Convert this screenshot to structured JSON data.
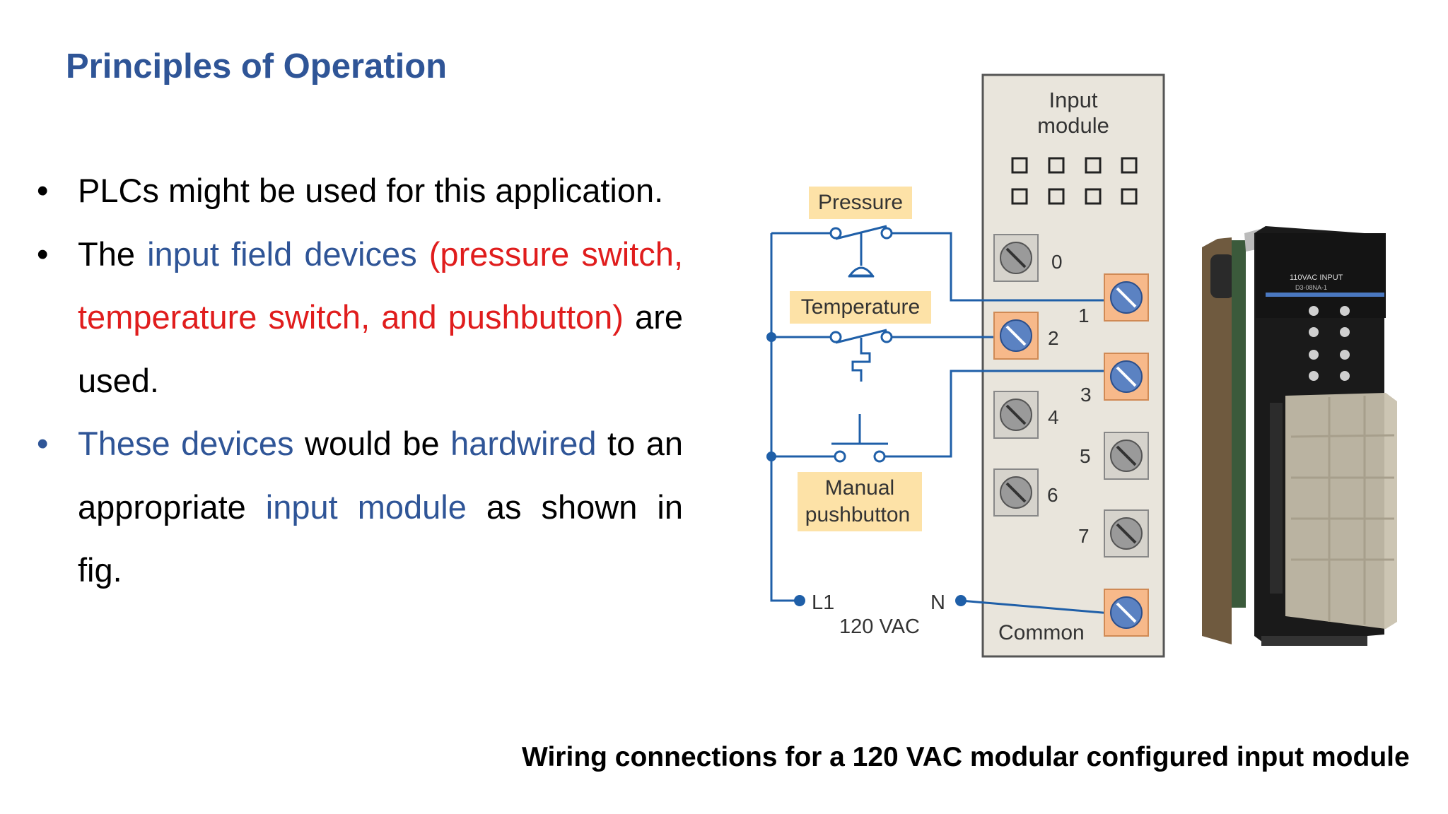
{
  "slide": {
    "title": "Principles of Operation",
    "bullets": [
      {
        "segments": [
          {
            "text": "PLCs might be used for this application.",
            "style": "plain"
          }
        ]
      },
      {
        "segments": [
          {
            "text": "The ",
            "style": "plain"
          },
          {
            "text": "input field devices",
            "style": "blue"
          },
          {
            "text": " ",
            "style": "plain"
          },
          {
            "text": "(pressure switch, temperature switch, and pushbutton)",
            "style": "red"
          },
          {
            "text": " are used.",
            "style": "plain"
          }
        ]
      },
      {
        "segments": [
          {
            "text": "These devices",
            "style": "blue"
          },
          {
            "text": " would be ",
            "style": "plain"
          },
          {
            "text": "hardwired",
            "style": "blue"
          },
          {
            "text": " to an appropriate ",
            "style": "plain"
          },
          {
            "text": "input module",
            "style": "blue"
          },
          {
            "text": " as shown in fig.",
            "style": "plain"
          }
        ]
      }
    ],
    "caption": "Wiring connections for a 120 VAC modular configured input module"
  },
  "figure": {
    "module_label_line1": "Input",
    "module_label_line2": "module",
    "devices": {
      "pressure": "Pressure",
      "temperature": "Temperature",
      "manual_line1": "Manual",
      "manual_line2": "pushbutton"
    },
    "terminals": [
      "0",
      "1",
      "2",
      "3",
      "4",
      "5",
      "6",
      "7"
    ],
    "common": "Common",
    "l1": "L1",
    "n": "N",
    "voltage": "120 VAC",
    "photo_label_line1": "110VAC INPUT",
    "photo_label_line2": "D3-08NA-1"
  },
  "colors": {
    "title_blue": "#2f5597",
    "highlight_red": "#e01d1d",
    "wire_blue": "#1f5fa8",
    "label_fill": "#fde2a7",
    "module_fill": "#e9e5dc",
    "terminal_highlight": "#f7b98a"
  }
}
